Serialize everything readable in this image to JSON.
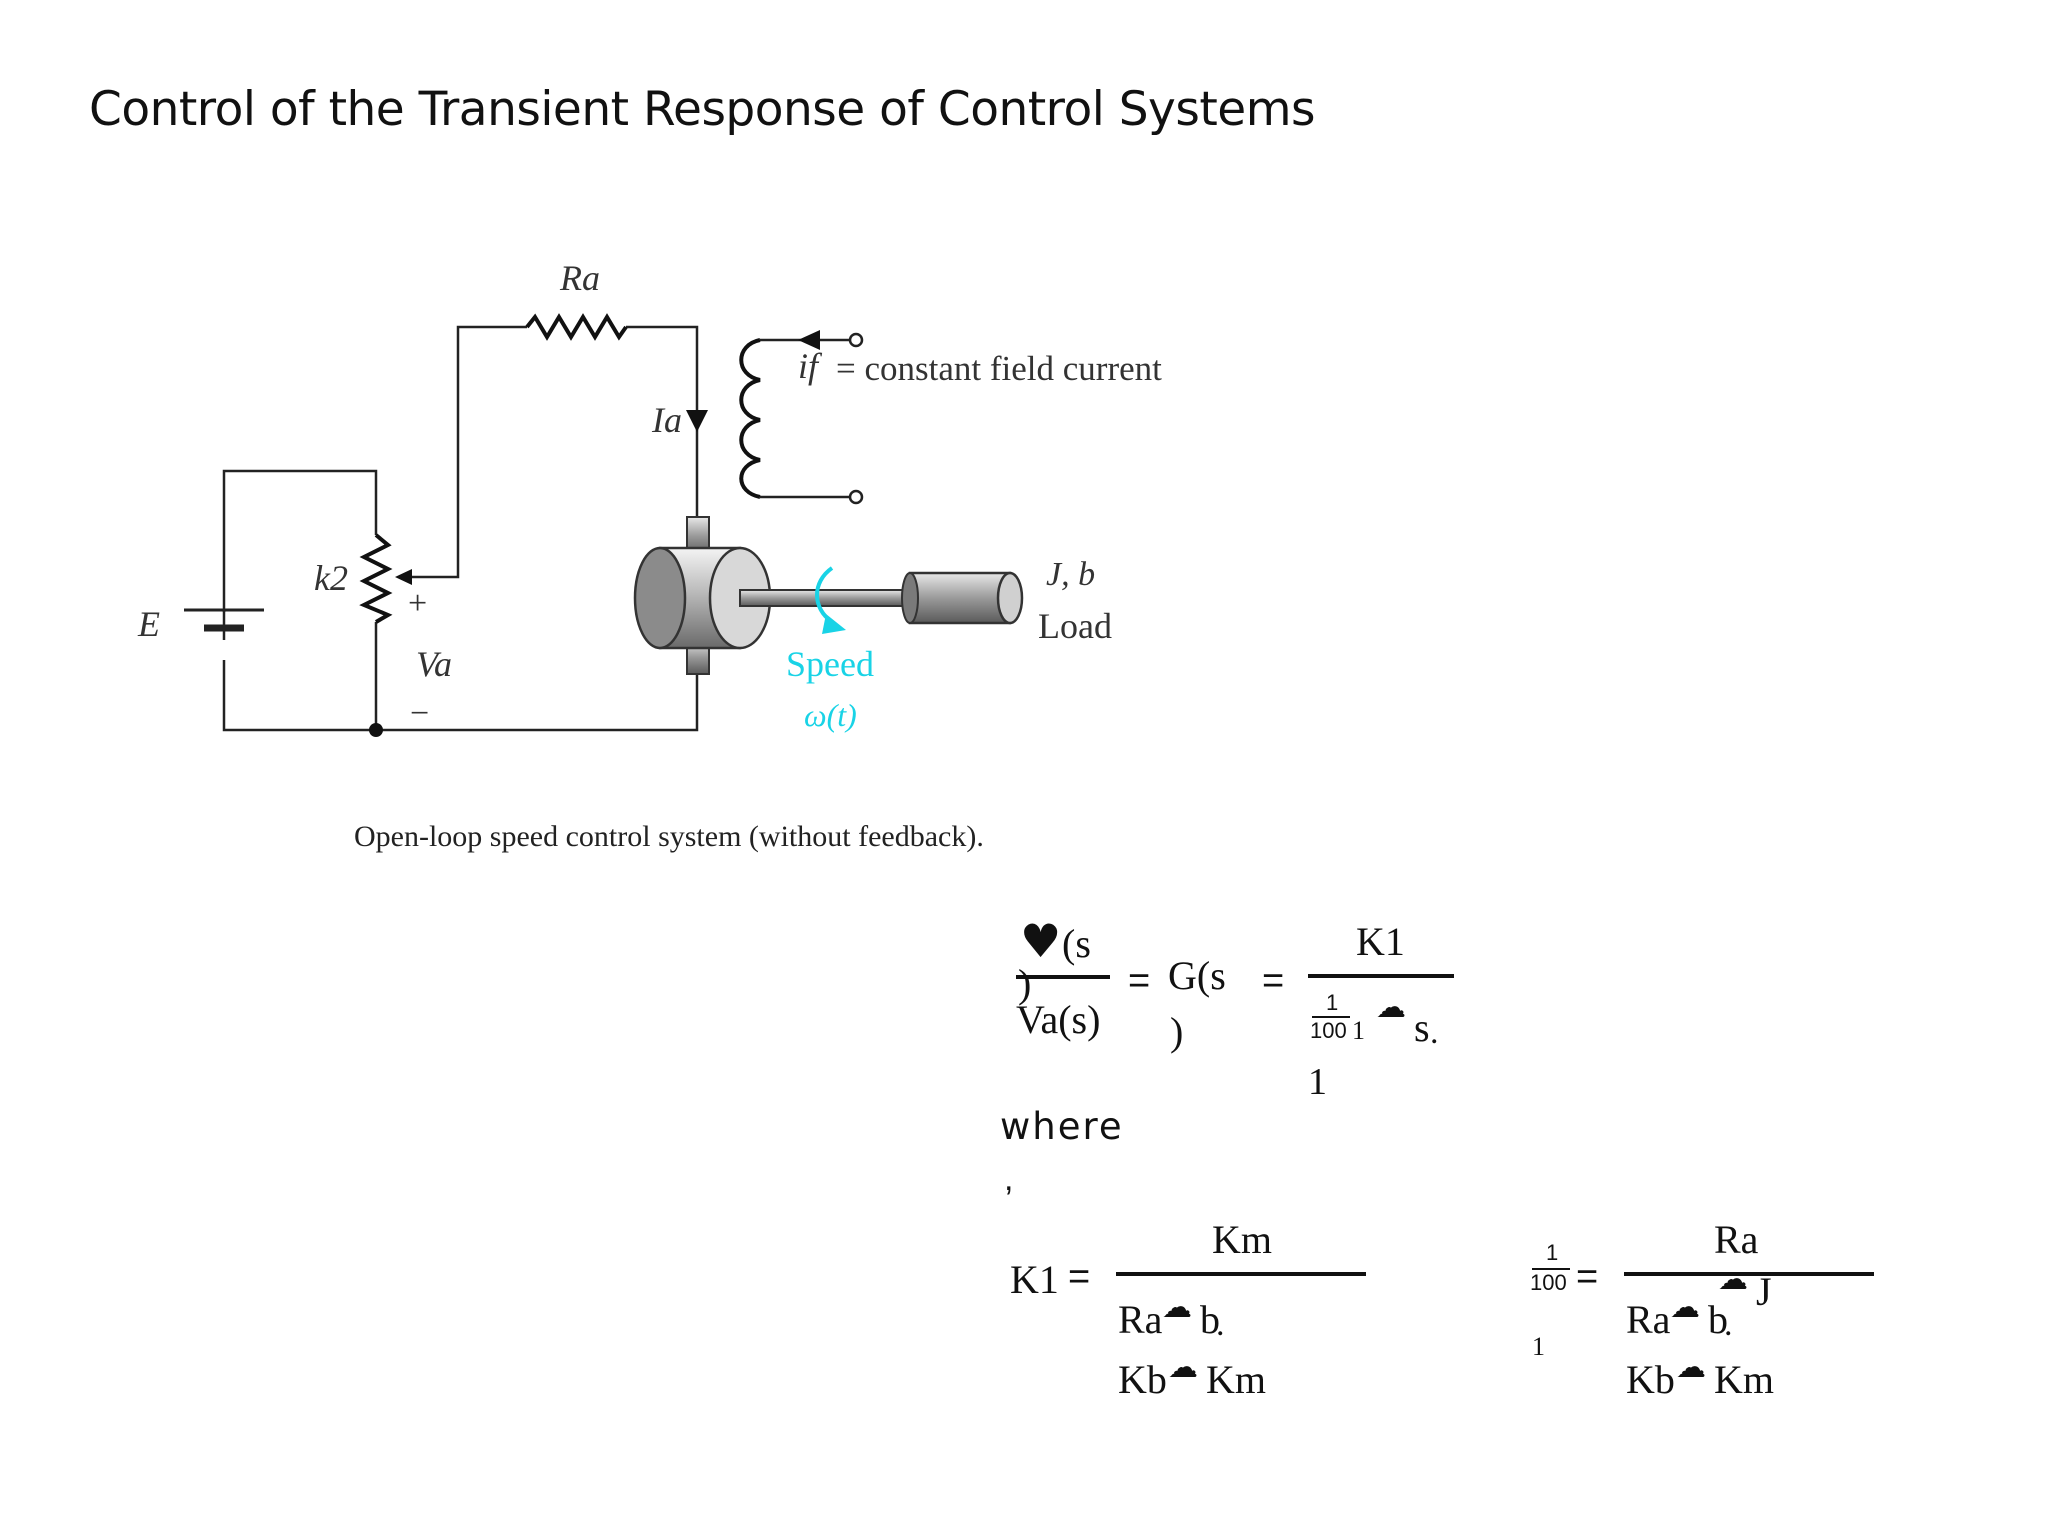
{
  "page": {
    "title": "Control of the Transient Response of Control Systems"
  },
  "diagram": {
    "labels": {
      "Ra": "Ra",
      "Ia": "Ia",
      "if": "if",
      "if_text": "= constant field current",
      "k2": "k2",
      "E": "E",
      "Va": "Va",
      "plus": "+",
      "minus": "−",
      "load_params": "J, b",
      "load": "Load",
      "speed": "Speed",
      "omega": "ω(t)"
    },
    "caption": "Open-loop speed control system (without feedback)."
  },
  "equations": {
    "tf": {
      "omega_num": "(s",
      "omega_paren": ")",
      "den": "Va(s)",
      "eq1": "=",
      "G": "G(s",
      "G_paren": ")",
      "eq2": "=",
      "K1": "K1",
      "small_1": "1",
      "small_100": "100",
      "den_1": "1",
      "s": "s",
      "dot": ".",
      "den_tail": "1"
    },
    "where": "where",
    "comma": ",",
    "K1_def": {
      "lhs": "K1",
      "eq": "=",
      "num": "Km",
      "den_line1": "Ra",
      "den_b": "b",
      "den_dot": ".",
      "den_line2_Kb": "Kb",
      "den_line2_Km": "Km"
    },
    "tau_def": {
      "small_1": "1",
      "small_100": "100",
      "eq": "=",
      "tail_1": "1",
      "num": "Ra",
      "J": "J",
      "den_line1": "Ra",
      "den_b": "b",
      "den_dot": ".",
      "den_line2_Kb": "Kb",
      "den_line2_Km": "Km"
    }
  },
  "colors": {
    "accent_speed": "#19d3e6",
    "ink": "#111111"
  }
}
